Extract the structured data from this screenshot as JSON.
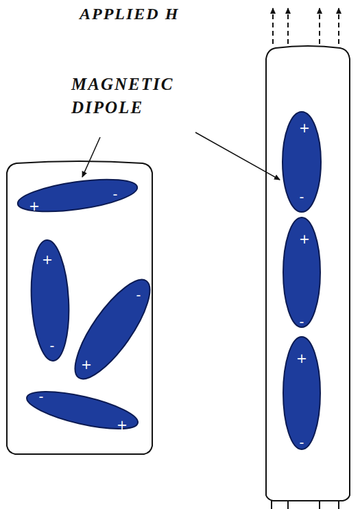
{
  "diagram": {
    "nodes": [
      {
        "text": [
          "+",
          "-"
        ]
      },
      {
        "text": [
          "+",
          "-"
        ]
      },
      {
        "text": [
          "-",
          "+"
        ]
      },
      {
        "text": [
          "-",
          "+"
        ]
      },
      {
        "text": [
          "+",
          "-"
        ]
      },
      {
        "text": [
          "+",
          "-"
        ]
      },
      {
        "text": [
          "+",
          "-"
        ]
      }
    ],
    "labels": [
      "APPLIED H",
      "MAGNETIC DIPOLE"
    ]
  }
}
